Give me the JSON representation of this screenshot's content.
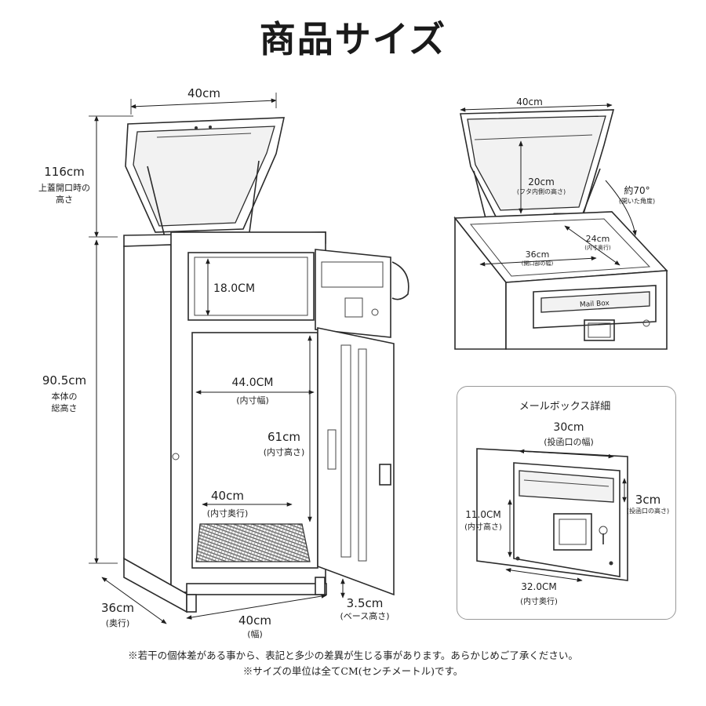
{
  "title": "商品サイズ",
  "main": {
    "top_width": "40cm",
    "open_height": "116cm",
    "open_height_note": [
      "上蓋開口時の",
      "高さ"
    ],
    "total_height": "90.5cm",
    "total_height_note": [
      "本体の",
      "総高さ"
    ],
    "upper_inner_height": "18.0CM",
    "inner_width": "44.0CM",
    "inner_width_note": "(内寸幅)",
    "inner_height": "61cm",
    "inner_height_note": "(内寸高さ)",
    "inner_depth": "40cm",
    "inner_depth_note": "(内寸奥行)",
    "depth": "36cm",
    "depth_note": "(奥行)",
    "width": "40cm",
    "width_note": "(幅)",
    "base_height": "3.5cm",
    "base_height_note": "(ベース高さ)"
  },
  "lid": {
    "width": "40cm",
    "lid_inner_height": "20cm",
    "lid_inner_height_note": "(フタ内側の高さ)",
    "angle": "約70°",
    "angle_note": "(開いた角度)",
    "opening_depth": "24cm",
    "opening_depth_note": "(内寸奥行)",
    "opening_width": "36cm",
    "opening_width_note": "(開口部の幅)",
    "plate_label": "Mail Box"
  },
  "mailbox_detail": {
    "heading": "メールボックス詳細",
    "slot_width": "30cm",
    "slot_width_note": "(投函口の幅)",
    "slot_height": "3cm",
    "slot_height_note": "(投函口の高さ)",
    "inner_height": "11.0CM",
    "inner_height_note": "(内寸高さ)",
    "inner_depth": "32.0CM",
    "inner_depth_note": "(内寸奥行)"
  },
  "notes": [
    "※若干の個体差がある事から、表記と多少の差異が生じる事があります。あらかじめご了承ください。",
    "※サイズの単位は全てCM(センチメートル)です。"
  ]
}
